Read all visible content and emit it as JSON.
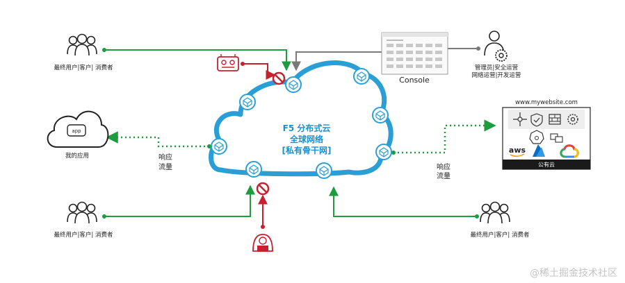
{
  "cloud": {
    "line1": "F5 分布式云",
    "line2": "全球网络",
    "line3": "[私有骨干网]"
  },
  "users": {
    "top_left": "最终用户|客户| 消费者",
    "bottom_left": "最终用户|客户| 消费者",
    "bottom_right": "最终用户|客户| 消费者"
  },
  "app": {
    "badge": "app",
    "label": "我的应用"
  },
  "response_left": {
    "line1": "响应",
    "line2": "流量"
  },
  "response_right": {
    "line1": "响应",
    "line2": "流量"
  },
  "console": {
    "label": "Console"
  },
  "admin": {
    "line1": "管理员|安全运营",
    "line2": "网络运营|开发运营"
  },
  "website": {
    "url": "www.mywebsite.com",
    "aws": "aws",
    "footer": "公有云"
  },
  "watermark": "@稀土掘金技术社区",
  "colors": {
    "cloud_stroke": "#2a9fd6",
    "cloud_text": "#1a8fd0",
    "green": "#1c9c3c",
    "red": "#c8202e",
    "gray_line": "#7a7a7a",
    "icon_dark": "#222222"
  }
}
